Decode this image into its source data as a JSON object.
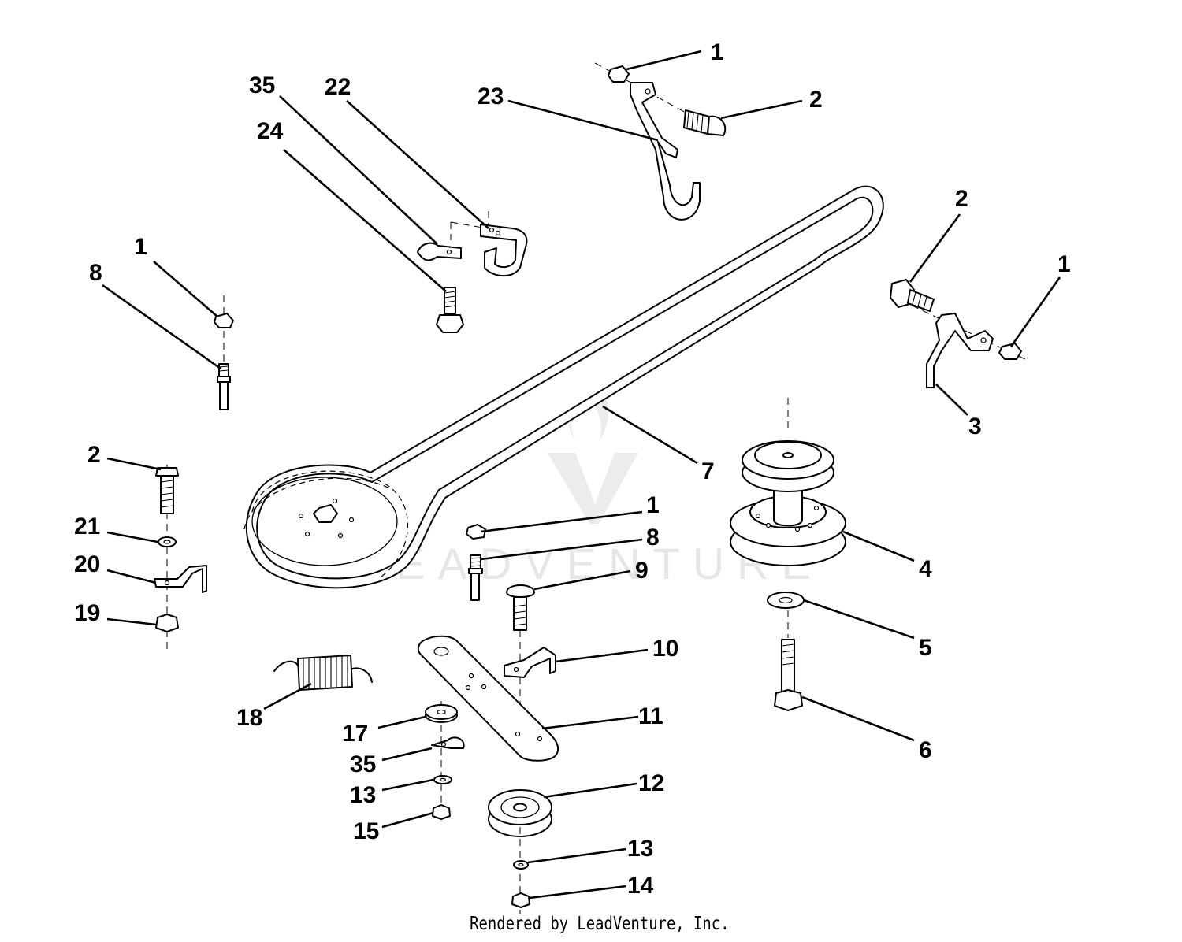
{
  "footer": "Rendered by LeadVenture, Inc.",
  "watermark": {
    "logo": "leadventure-logo-icon",
    "text": "LEADVENTURE"
  },
  "callouts": [
    "1",
    "2",
    "23",
    "35",
    "22",
    "24",
    "2",
    "1",
    "1",
    "8",
    "3",
    "7",
    "2",
    "1",
    "4",
    "8",
    "9",
    "21",
    "20",
    "5",
    "19",
    "10",
    "18",
    "11",
    "17",
    "6",
    "35",
    "13",
    "12",
    "15",
    "13",
    "14"
  ],
  "colors": {
    "ink": "#000000",
    "background": "#ffffff",
    "watermark": "#c8c8c8"
  }
}
